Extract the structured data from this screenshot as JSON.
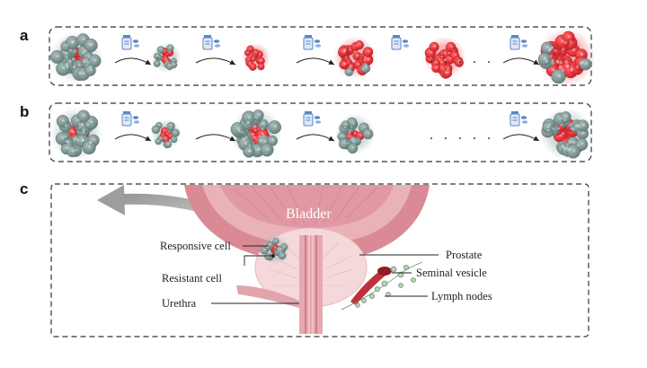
{
  "panels": {
    "a": {
      "label": "a",
      "dots": ". . . . .",
      "stages": [
        {
          "kind": "mixed-large",
          "resistant_fraction": 0.15
        },
        {
          "kind": "mixed-small",
          "resistant_fraction": 0.4
        },
        {
          "kind": "red-small",
          "resistant_fraction": 1.0
        },
        {
          "kind": "red-medium",
          "resistant_fraction": 0.9
        },
        {
          "kind": "red-medium",
          "resistant_fraction": 1.0
        },
        {
          "kind": "red-large",
          "resistant_fraction": 0.85
        }
      ]
    },
    "b": {
      "label": "b",
      "dots": ". . . . .",
      "stages": [
        {
          "kind": "mixed-large",
          "resistant_fraction": 0.15
        },
        {
          "kind": "mixed-small",
          "resistant_fraction": 0.4
        },
        {
          "kind": "mixed-large",
          "resistant_fraction": 0.3
        },
        {
          "kind": "mixed-medium",
          "resistant_fraction": 0.35
        },
        {
          "kind": "mixed-large",
          "resistant_fraction": 0.3
        }
      ]
    },
    "c": {
      "label": "c",
      "bladder_label": "Bladder",
      "annotations": {
        "responsive_cell": "Responsive cell",
        "resistant_cell": "Resistant cell",
        "urethra": "Urethra",
        "prostate": "Prostate",
        "seminal_vesicle": "Seminal vesicle",
        "lymph_nodes": "Lymph nodes"
      }
    }
  },
  "colors": {
    "responsive_cell": "#7f9895",
    "resistant_cell": "#e8343a",
    "drug_icon": "#5b86c4",
    "bladder_wall": "#d98a95",
    "bladder_inner": "#e8b2b8",
    "prostate": "#f5d9da",
    "border": "#333333"
  },
  "icons": [
    "pill-bottle-icon",
    "curved-arrow-icon",
    "tumor-cluster-icon",
    "gray-curved-arrow-icon"
  ]
}
